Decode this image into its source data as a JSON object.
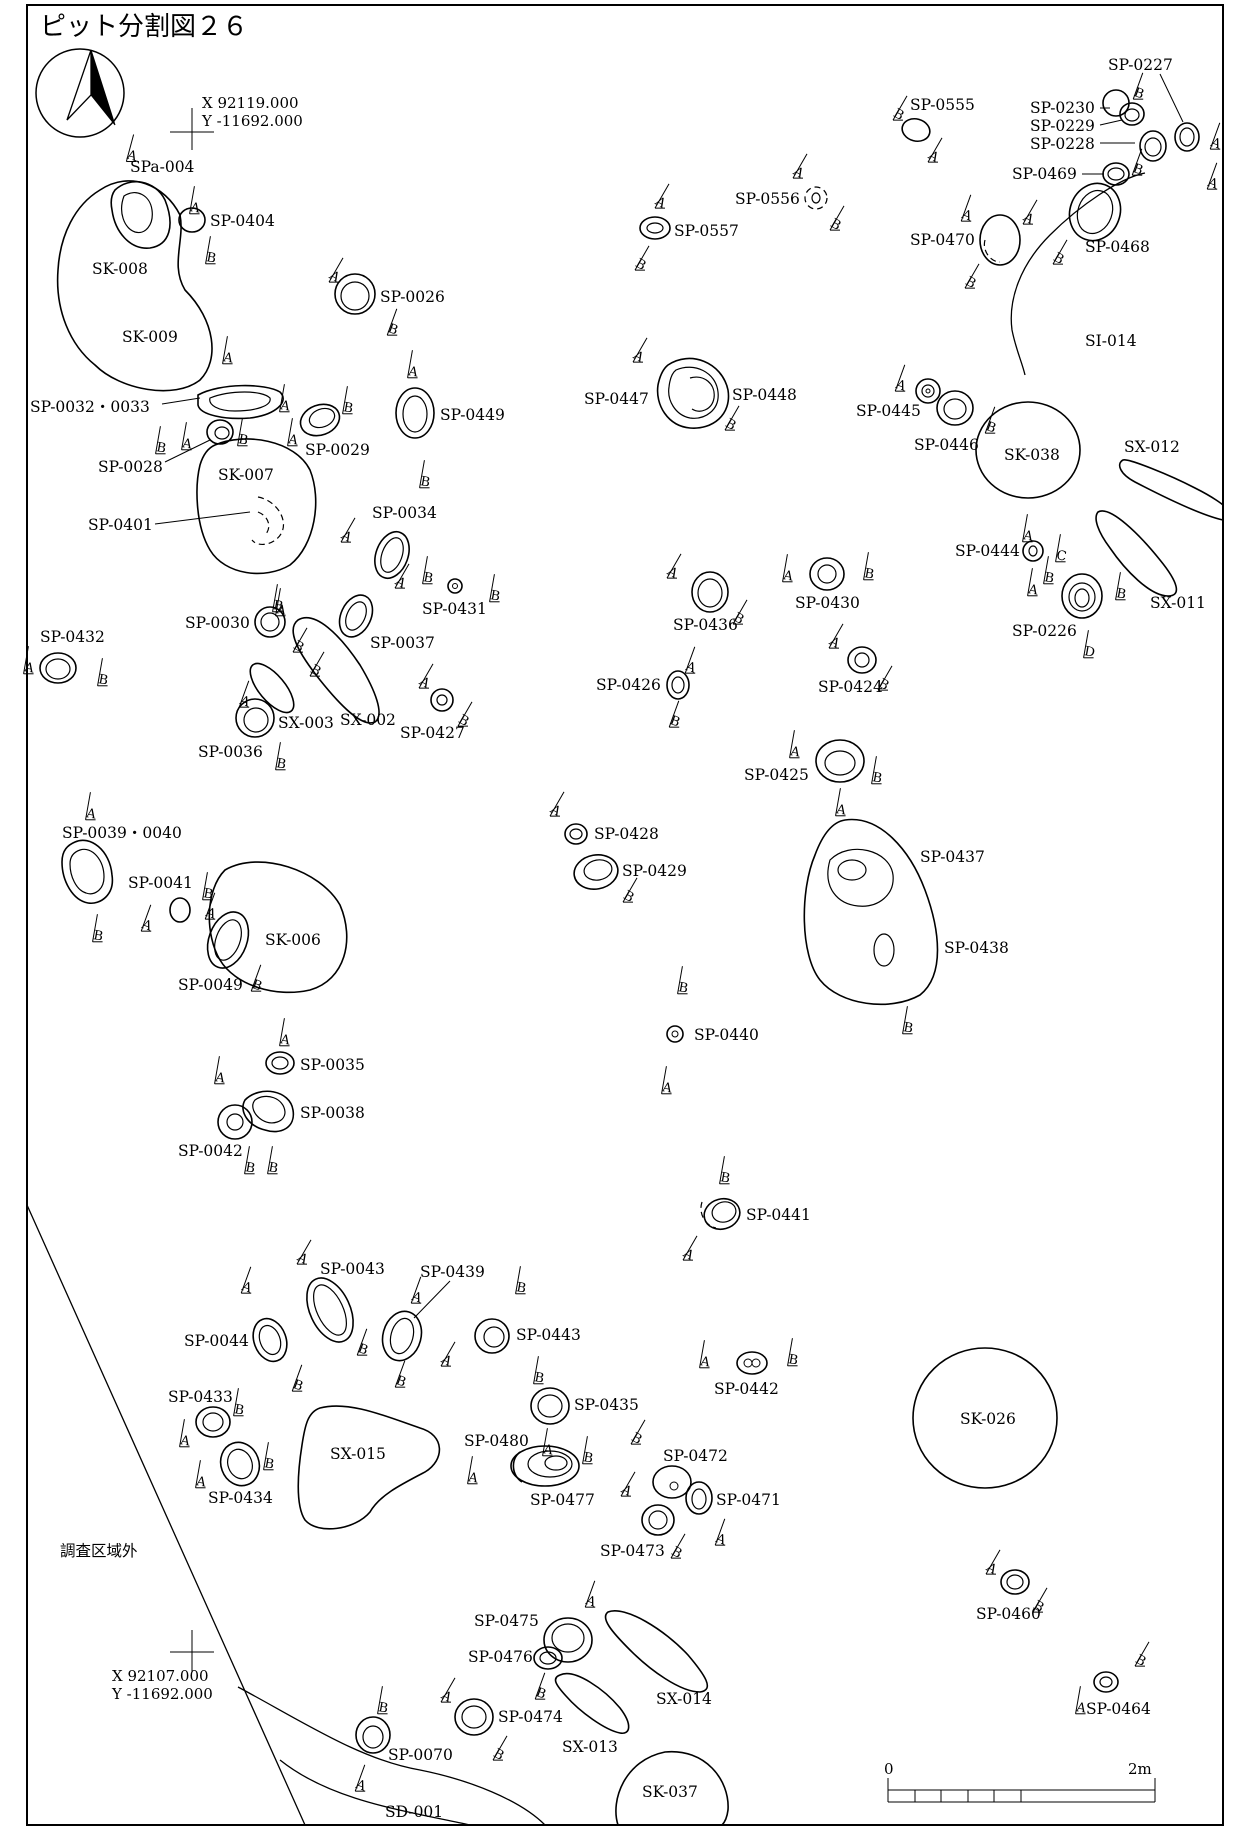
{
  "title": "ピット分割図２６",
  "coordinates": {
    "top": {
      "x": "X  92119.000",
      "y": "Y -11692.000"
    },
    "bottom": {
      "x": "X  92107.000",
      "y": "Y -11692.000"
    }
  },
  "outside_label": "調査区域外",
  "scale": {
    "start": "0",
    "end": "2m"
  },
  "labels": {
    "SPa004": "SPa-004",
    "SP0404": "SP-0404",
    "SK008": "SK-008",
    "SK009": "SK-009",
    "SP0026": "SP-0026",
    "SP00320033": "SP-0032・0033",
    "SP0028": "SP-0028",
    "SP0029": "SP-0029",
    "SK007": "SK-007",
    "SP0401": "SP-0401",
    "SP0449": "SP-0449",
    "SP0034": "SP-0034",
    "SP0431": "SP-0431",
    "SP0030": "SP-0030",
    "SP0037": "SP-0037",
    "SP0432": "SP-0432",
    "SX003": "SX-003",
    "SX002": "SX-002",
    "SP0427": "SP-0427",
    "SP0036": "SP-0036",
    "SP00390040": "SP-0039・0040",
    "SP0041": "SP-0041",
    "SK006": "SK-006",
    "SP0049": "SP-0049",
    "SP0035": "SP-0035",
    "SP0038": "SP-0038",
    "SP0042": "SP-0042",
    "SP0555": "SP-0555",
    "SP0556": "SP-0556",
    "SP0557": "SP-0557",
    "SP0227": "SP-0227",
    "SP0230": "SP-0230",
    "SP0229": "SP-0229",
    "SP0228": "SP-0228",
    "SP0469": "SP-0469",
    "SP0470": "SP-0470",
    "SP0468": "SP-0468",
    "SI014": "SI-014",
    "SP0447": "SP-0447",
    "SP0448": "SP-0448",
    "SP0445": "SP-0445",
    "SP0446": "SP-0446",
    "SK038": "SK-038",
    "SX012": "SX-012",
    "SP0444": "SP-0444",
    "SP0430": "SP-0430",
    "SP0436": "SP-0436",
    "SX011": "SX-011",
    "SP0226": "SP-0226",
    "SP0426": "SP-0426",
    "SP0424": "SP-0424",
    "SP0425": "SP-0425",
    "SP0428": "SP-0428",
    "SP0429": "SP-0429",
    "SP0437": "SP-0437",
    "SP0438": "SP-0438",
    "SP0440": "SP-0440",
    "SP0441": "SP-0441",
    "SP0043": "SP-0043",
    "SP0439": "SP-0439",
    "SP0044": "SP-0044",
    "SP0443": "SP-0443",
    "SP0442": "SP-0442",
    "SP0433": "SP-0433",
    "SP0435": "SP-0435",
    "SK026": "SK-026",
    "SX015": "SX-015",
    "SP0480": "SP-0480",
    "SP0472": "SP-0472",
    "SP0434": "SP-0434",
    "SP0477": "SP-0477",
    "SP0471": "SP-0471",
    "SP0473": "SP-0473",
    "SP0460": "SP-0460",
    "SP0475": "SP-0475",
    "SP0476": "SP-0476",
    "SX014": "SX-014",
    "SP0474": "SP-0474",
    "SX013": "SX-013",
    "SP0070": "SP-0070",
    "SP0464": "SP-0464",
    "SK037": "SK-037",
    "SD001": "SD-001"
  },
  "section_marks": {
    "a": "A",
    "b": "B",
    "c": "C",
    "d": "D"
  }
}
